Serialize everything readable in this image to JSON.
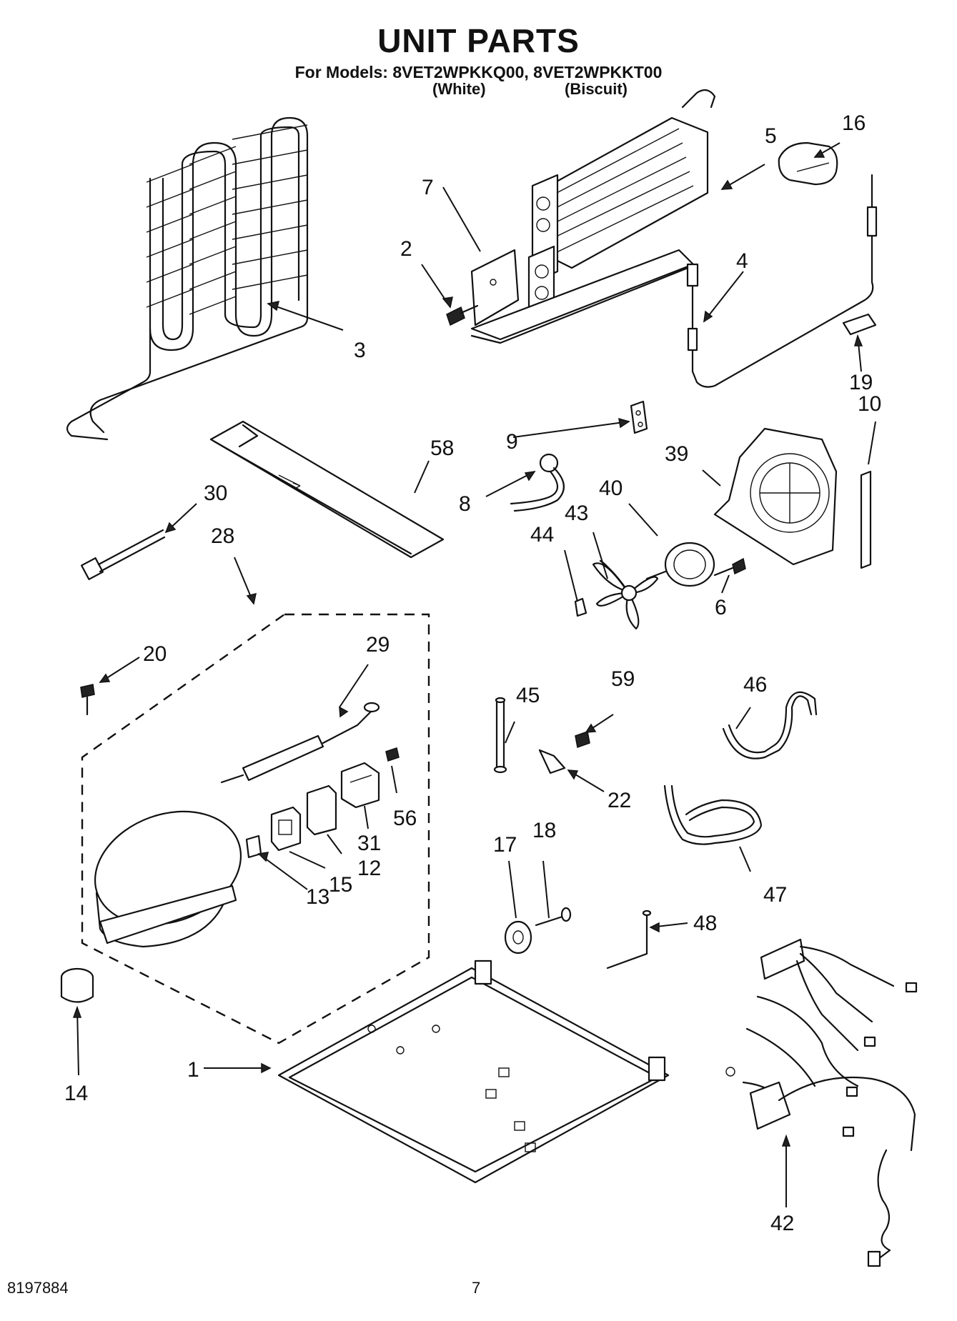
{
  "header": {
    "title": "UNIT PARTS",
    "models_line": "For Models: 8VET2WPKKQ00, 8VET2WPKKT00",
    "variant_1": "(White)",
    "variant_2": "(Biscuit)"
  },
  "callouts": {
    "c1": "1",
    "c2": "2",
    "c3": "3",
    "c4": "4",
    "c5": "5",
    "c6": "6",
    "c7": "7",
    "c8": "8",
    "c9": "9",
    "c10": "10",
    "c12": "12",
    "c13": "13",
    "c14": "14",
    "c15": "15",
    "c16": "16",
    "c17": "17",
    "c18": "18",
    "c19": "19",
    "c20": "20",
    "c22": "22",
    "c28": "28",
    "c29": "29",
    "c30": "30",
    "c31": "31",
    "c39": "39",
    "c40": "40",
    "c42": "42",
    "c43": "43",
    "c44": "44",
    "c45": "45",
    "c46": "46",
    "c47": "47",
    "c48": "48",
    "c56": "56",
    "c58": "58",
    "c59": "59"
  },
  "footer": {
    "doc_number": "8197884",
    "page_number": "7"
  }
}
